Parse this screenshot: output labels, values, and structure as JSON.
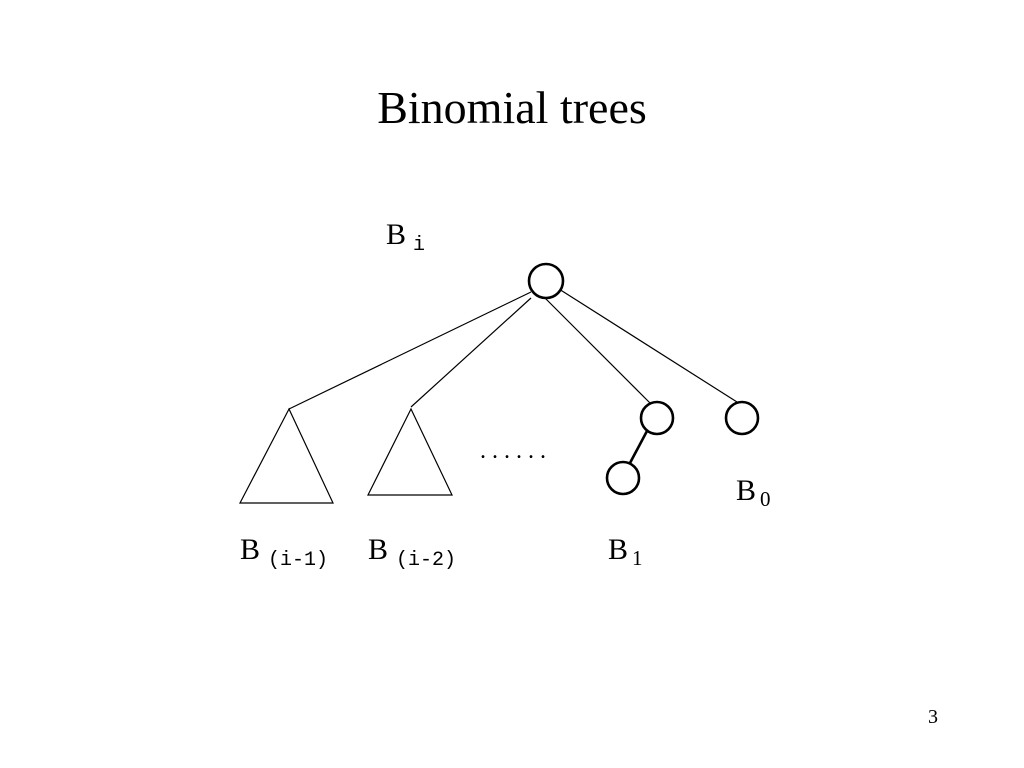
{
  "slide": {
    "title": "Binomial trees",
    "page_number": "3"
  },
  "diagram": {
    "root": {
      "base": "B",
      "sub": "i"
    },
    "subtrees": [
      {
        "base": "B",
        "sub": "(i-1)"
      },
      {
        "base": "B",
        "sub": "(i-2)"
      },
      {
        "base": "B",
        "sub": "1"
      },
      {
        "base": "B",
        "sub": "0"
      }
    ],
    "ellipsis": "......"
  }
}
